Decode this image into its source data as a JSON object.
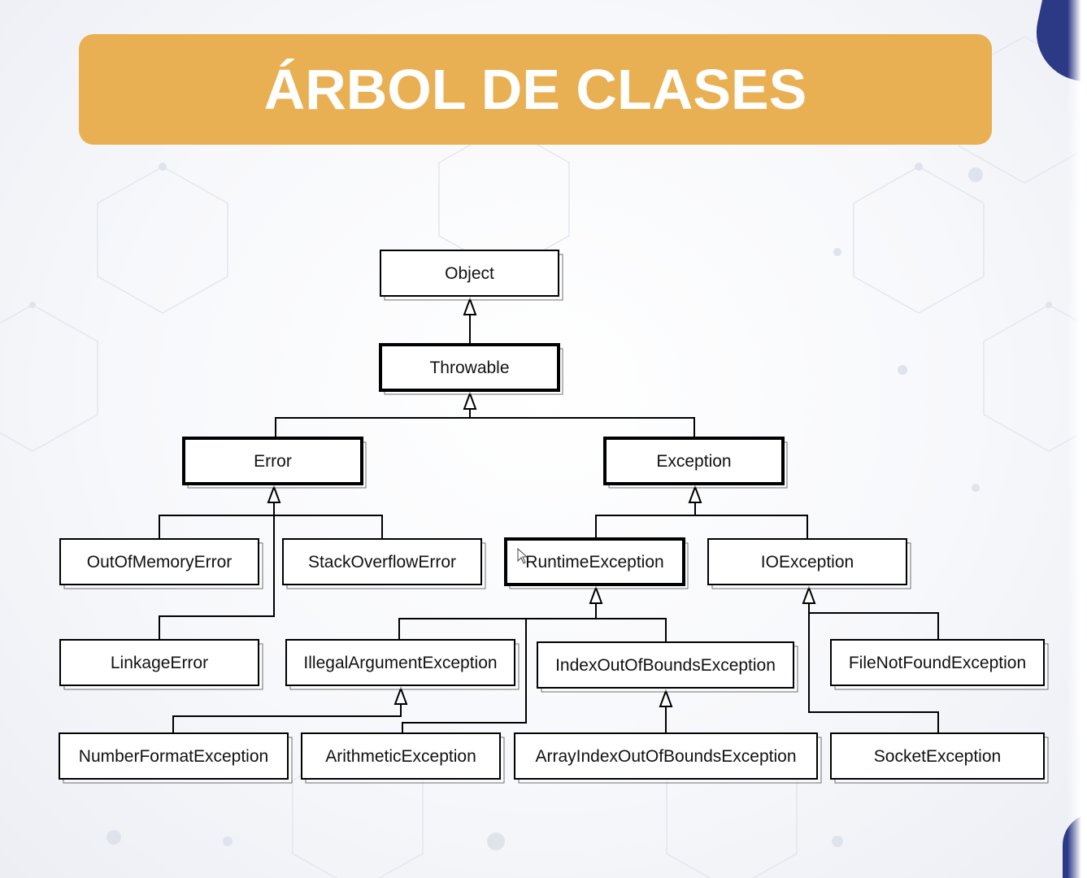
{
  "slide": {
    "title": "ÁRBOL DE CLASES"
  },
  "colors": {
    "banner": "#e8b052",
    "title_text": "#ffffff",
    "box_fill": "#ffffff",
    "box_border": "#000000",
    "accent": "#2c3a86"
  },
  "diagram": {
    "type": "class-hierarchy",
    "nodes": {
      "object": {
        "label": "Object",
        "bold_border": false
      },
      "throwable": {
        "label": "Throwable",
        "bold_border": true
      },
      "error": {
        "label": "Error",
        "bold_border": true
      },
      "exception": {
        "label": "Exception",
        "bold_border": true
      },
      "out_of_memory_error": {
        "label": "OutOfMemoryError",
        "bold_border": false
      },
      "stack_overflow_error": {
        "label": "StackOverflowError",
        "bold_border": false
      },
      "runtime_exception": {
        "label": "RuntimeException",
        "bold_border": true
      },
      "io_exception": {
        "label": "IOException",
        "bold_border": false
      },
      "linkage_error": {
        "label": "LinkageError",
        "bold_border": false
      },
      "illegal_argument_exception": {
        "label": "IllegalArgumentException",
        "bold_border": false
      },
      "index_out_of_bounds_exception": {
        "label": "IndexOutOfBoundsException",
        "bold_border": false
      },
      "file_not_found_exception": {
        "label": "FileNotFoundException",
        "bold_border": false
      },
      "number_format_exception": {
        "label": "NumberFormatException",
        "bold_border": false
      },
      "arithmetic_exception": {
        "label": "ArithmeticException",
        "bold_border": false
      },
      "array_index_out_of_bounds_exception": {
        "label": "ArrayIndexOutOfBoundsException",
        "bold_border": false
      },
      "socket_exception": {
        "label": "SocketException",
        "bold_border": false
      }
    },
    "edges": [
      {
        "child": "throwable",
        "parent": "object"
      },
      {
        "child": "error",
        "parent": "throwable"
      },
      {
        "child": "exception",
        "parent": "throwable"
      },
      {
        "child": "out_of_memory_error",
        "parent": "error"
      },
      {
        "child": "stack_overflow_error",
        "parent": "error"
      },
      {
        "child": "linkage_error",
        "parent": "error"
      },
      {
        "child": "runtime_exception",
        "parent": "exception"
      },
      {
        "child": "io_exception",
        "parent": "exception"
      },
      {
        "child": "illegal_argument_exception",
        "parent": "runtime_exception"
      },
      {
        "child": "index_out_of_bounds_exception",
        "parent": "runtime_exception"
      },
      {
        "child": "arithmetic_exception",
        "parent": "runtime_exception"
      },
      {
        "child": "number_format_exception",
        "parent": "illegal_argument_exception"
      },
      {
        "child": "array_index_out_of_bounds_exception",
        "parent": "index_out_of_bounds_exception"
      },
      {
        "child": "file_not_found_exception",
        "parent": "io_exception"
      },
      {
        "child": "socket_exception",
        "parent": "io_exception"
      }
    ]
  },
  "cursor": {
    "icon": "mouse-pointer-icon"
  }
}
